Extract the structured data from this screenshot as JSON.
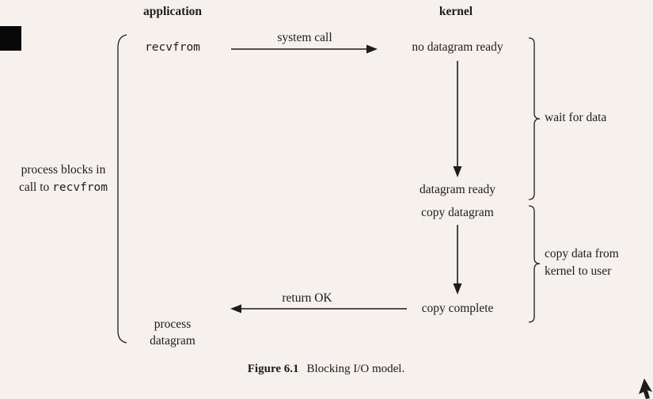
{
  "colors": {
    "background": "#f7f1ee",
    "ink": "#1c1c1c"
  },
  "headers": {
    "application": "application",
    "kernel": "kernel"
  },
  "application_column": {
    "recvfrom": "recvfrom",
    "process_line1": "process",
    "process_line2": "datagram"
  },
  "kernel_column": {
    "no_datagram_ready": "no datagram ready",
    "datagram_ready": "datagram ready",
    "copy_datagram": "copy datagram",
    "copy_complete": "copy complete"
  },
  "arrow_labels": {
    "system_call": "system call",
    "return_ok": "return OK"
  },
  "left_annotation": {
    "line1": "process blocks in",
    "line2_text": "call to ",
    "line2_code": "recvfrom"
  },
  "right_annotations": {
    "wait_for_data": "wait for data",
    "copy_line1": "copy data from",
    "copy_line2": "kernel to user"
  },
  "caption": {
    "figure_label": "Figure 6.1",
    "figure_title": "Blocking I/O model."
  }
}
